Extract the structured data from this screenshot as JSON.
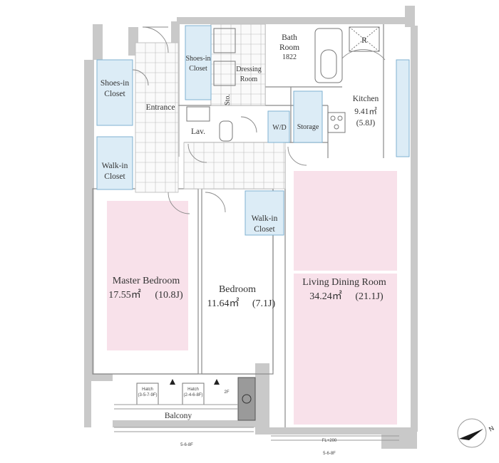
{
  "rooms": {
    "shoes_in_closet_left": {
      "label_line1": "Shoes-in",
      "label_line2": "Closet"
    },
    "shoes_in_closet_top": {
      "label_line1": "Shoes-in",
      "label_line2": "Closet"
    },
    "entrance": {
      "label": "Entrance"
    },
    "dressing_room": {
      "label_line1": "Dressing",
      "label_line2": "Room"
    },
    "bath_room": {
      "label_line1": "Bath",
      "label_line2": "Room",
      "size": "1822"
    },
    "kitchen": {
      "label": "Kitchen",
      "area": "9.41㎡",
      "jo": "(5.8J)"
    },
    "sto": {
      "label": "Sto."
    },
    "lav": {
      "label": "Lav."
    },
    "wd": {
      "label": "W/D"
    },
    "storage": {
      "label": "Storage"
    },
    "walk_in_closet_left": {
      "label_line1": "Walk-in",
      "label_line2": "Closet"
    },
    "walk_in_closet_center": {
      "label_line1": "Walk-in",
      "label_line2": "Closet"
    },
    "master_bedroom": {
      "label": "Master Bedroom",
      "area": "17.55㎡",
      "jo": "(10.8J)"
    },
    "bedroom": {
      "label": "Bedroom",
      "area": "11.64㎡",
      "jo": "(7.1J)"
    },
    "living_dining_room": {
      "label": "Living Dining Room",
      "area": "34.24㎡",
      "jo": "(21.1J)"
    },
    "balcony": {
      "label": "Balcony"
    },
    "refrigerator": {
      "label": "R"
    }
  },
  "annotations": {
    "hatch_left_title": "Hatch",
    "hatch_left_sub": "(3-5-7-9F)",
    "hatch_right_title": "Hatch",
    "hatch_right_sub": "(2-4-6-8F)",
    "fl_mark": "FL+200",
    "dim_left": "5-6-8F",
    "dim_right": "5-6-8F",
    "small_mark": "2F"
  },
  "compass": {
    "label": "N"
  },
  "colors": {
    "bedroom_floor": "#f8e1ea",
    "closet_fill": "#dcecf6",
    "wall": "#c9c9c9"
  }
}
